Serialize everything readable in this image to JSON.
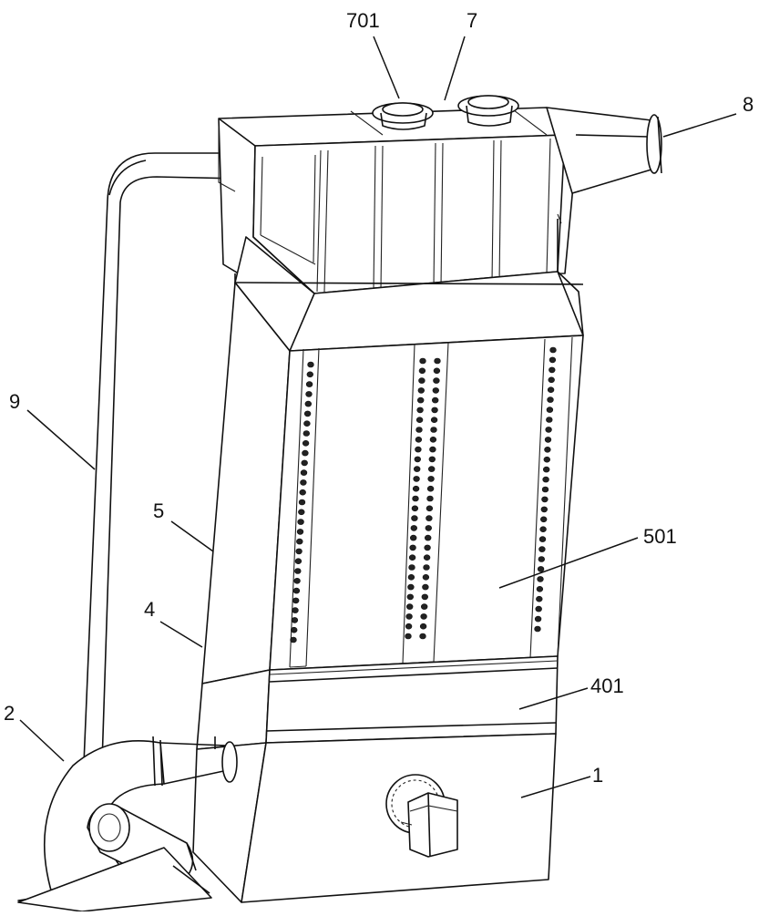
{
  "labels": {
    "l701": "701",
    "l7": "7",
    "l8": "8",
    "l9": "9",
    "l5": "5",
    "l501": "501",
    "l4": "4",
    "l401": "401",
    "l2": "2",
    "l1": "1"
  },
  "colors": {
    "line": "#111111",
    "background": "#ffffff"
  },
  "icons": {
    "motor": "motor-icon",
    "dial": "dial-icon"
  }
}
